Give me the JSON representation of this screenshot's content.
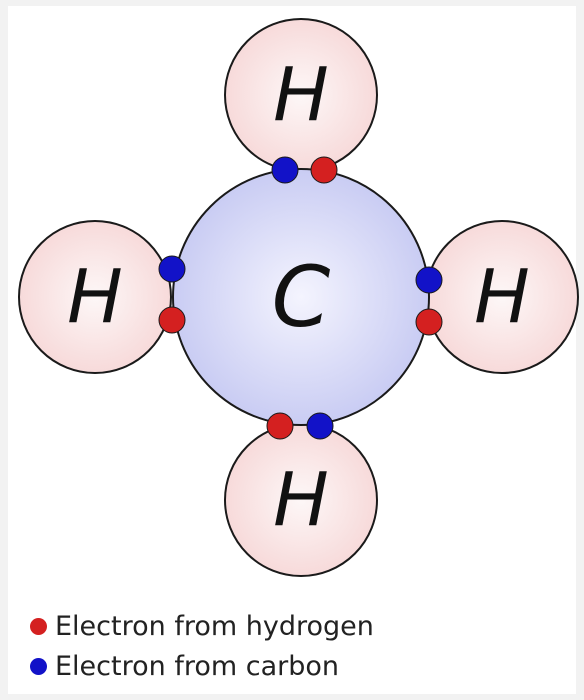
{
  "diagram": {
    "center_atom": {
      "symbol": "C",
      "fill": "#c9ccf3"
    },
    "outer_atoms": [
      {
        "symbol": "H",
        "position": "top"
      },
      {
        "symbol": "H",
        "position": "left"
      },
      {
        "symbol": "H",
        "position": "right"
      },
      {
        "symbol": "H",
        "position": "bottom"
      }
    ],
    "hydrogen_fill": "#f7dada"
  },
  "legend": {
    "items": [
      {
        "label": "Electron from hydrogen",
        "color": "#d42020"
      },
      {
        "label": "Electron from carbon",
        "color": "#1212c8"
      }
    ]
  }
}
